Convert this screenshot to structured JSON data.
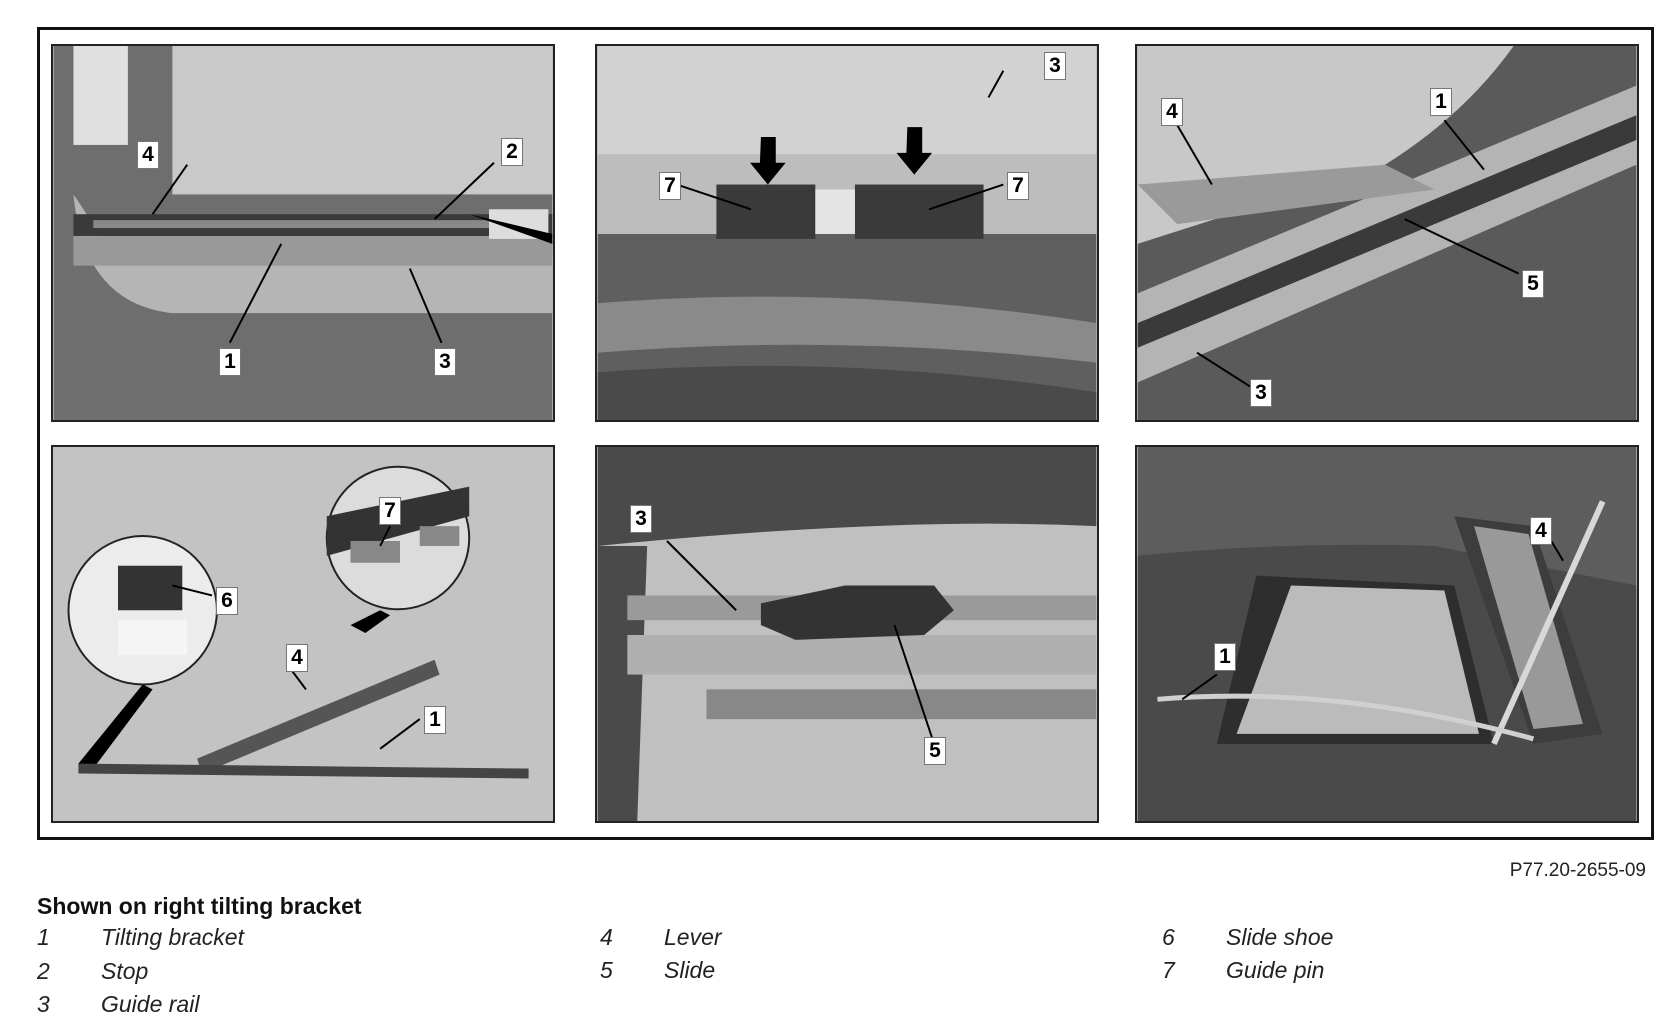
{
  "figure_code": "P77.20-2655-09",
  "legend": {
    "title": "Shown on right tilting bracket",
    "items": [
      {
        "num": "1",
        "label": "Tilting bracket"
      },
      {
        "num": "2",
        "label": "Stop"
      },
      {
        "num": "3",
        "label": "Guide rail"
      },
      {
        "num": "4",
        "label": "Lever"
      },
      {
        "num": "5",
        "label": "Slide"
      },
      {
        "num": "6",
        "label": "Slide shoe"
      },
      {
        "num": "7",
        "label": "Guide pin"
      }
    ]
  },
  "panels": [
    {
      "callouts": [
        "4",
        "2",
        "1",
        "3"
      ]
    },
    {
      "callouts": [
        "3",
        "7",
        "7"
      ]
    },
    {
      "callouts": [
        "4",
        "1",
        "5",
        "3"
      ]
    },
    {
      "callouts": [
        "7",
        "6",
        "4",
        "1"
      ]
    },
    {
      "callouts": [
        "3",
        "5"
      ]
    },
    {
      "callouts": [
        "4",
        "1"
      ]
    }
  ]
}
